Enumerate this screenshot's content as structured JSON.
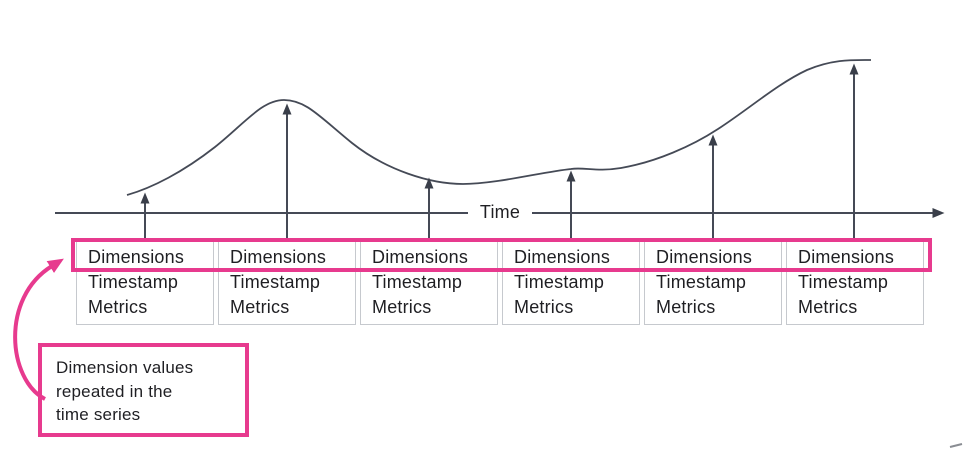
{
  "colors": {
    "accent_pink": "#e73a8e",
    "line_dark": "#454a56",
    "box_border": "#c6c9ce",
    "text": "#1f1f23",
    "background": "#ffffff"
  },
  "axis": {
    "label": "Time"
  },
  "cards": {
    "items": [
      {
        "dimensions": "Dimensions",
        "timestamp": "Timestamp",
        "metrics": "Metrics"
      },
      {
        "dimensions": "Dimensions",
        "timestamp": "Timestamp",
        "metrics": "Metrics"
      },
      {
        "dimensions": "Dimensions",
        "timestamp": "Timestamp",
        "metrics": "Metrics"
      },
      {
        "dimensions": "Dimensions",
        "timestamp": "Timestamp",
        "metrics": "Metrics"
      },
      {
        "dimensions": "Dimensions",
        "timestamp": "Timestamp",
        "metrics": "Metrics"
      },
      {
        "dimensions": "Dimensions",
        "timestamp": "Timestamp",
        "metrics": "Metrics"
      }
    ]
  },
  "callout": {
    "text": "Dimension values repeated in the time series",
    "lines": [
      "Dimension values",
      "repeated in the",
      "time series"
    ]
  }
}
